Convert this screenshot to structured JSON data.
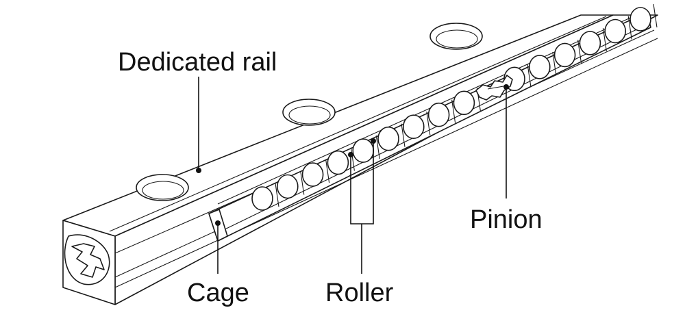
{
  "labels": {
    "dedicated_rail": "Dedicated rail",
    "pinion": "Pinion",
    "cage": "Cage",
    "roller": "Roller"
  }
}
